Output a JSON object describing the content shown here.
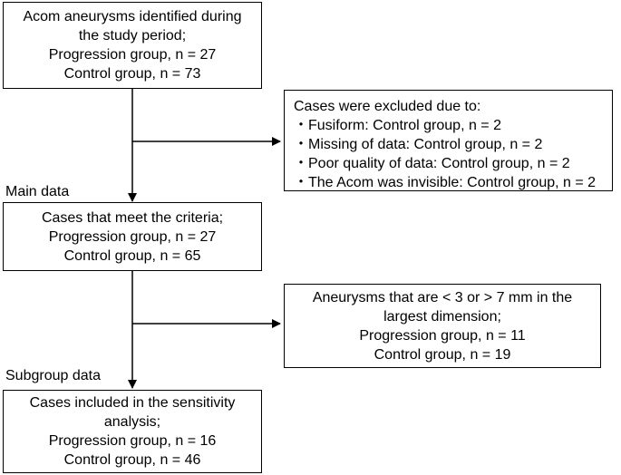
{
  "boxes": {
    "initial": {
      "lines": [
        "Acom aneurysms identified during",
        "the study period;",
        "Progression group, n = 27",
        "Control group, n =  73"
      ]
    },
    "excluded": {
      "title": "Cases were excluded due to:",
      "items": [
        "・Fusiform: Control group, n = 2",
        "・Missing of data: Control group, n = 2",
        "・Poor quality of data: Control group, n = 2",
        "・The Acom was invisible: Control group, n = 2"
      ]
    },
    "criteria": {
      "lines": [
        "Cases that meet the criteria;",
        "Progression group, n = 27",
        "Control group, n =  65"
      ]
    },
    "size_excluded": {
      "lines": [
        "Aneurysms that are < 3 or > 7 mm in the",
        "largest dimension;",
        "Progression group, n = 11",
        "Control group, n =  19"
      ]
    },
    "sensitivity": {
      "lines": [
        "Cases included in the sensitivity",
        "analysis;",
        "Progression group, n = 16",
        "Control group, n =  46"
      ]
    }
  },
  "labels": {
    "main_data": "Main data",
    "subgroup_data": "Subgroup data"
  }
}
